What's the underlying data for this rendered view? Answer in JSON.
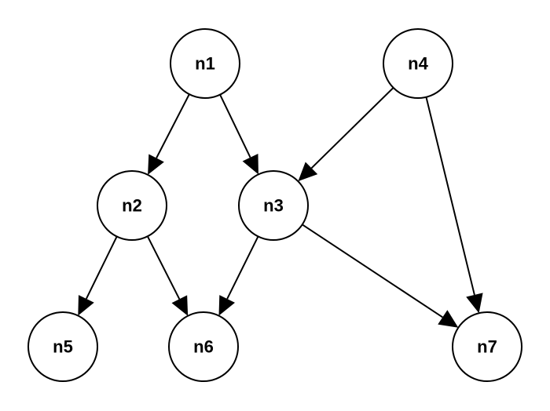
{
  "diagram": {
    "type": "directed-graph",
    "nodes": [
      {
        "id": "n1",
        "label": "n1"
      },
      {
        "id": "n2",
        "label": "n2"
      },
      {
        "id": "n3",
        "label": "n3"
      },
      {
        "id": "n4",
        "label": "n4"
      },
      {
        "id": "n5",
        "label": "n5"
      },
      {
        "id": "n6",
        "label": "n6"
      },
      {
        "id": "n7",
        "label": "n7"
      }
    ],
    "edges": [
      {
        "from": "n1",
        "to": "n2"
      },
      {
        "from": "n1",
        "to": "n3"
      },
      {
        "from": "n4",
        "to": "n3"
      },
      {
        "from": "n4",
        "to": "n7"
      },
      {
        "from": "n2",
        "to": "n5"
      },
      {
        "from": "n2",
        "to": "n6"
      },
      {
        "from": "n3",
        "to": "n6"
      },
      {
        "from": "n3",
        "to": "n7"
      }
    ],
    "colors": {
      "node_fill": "#ffffff",
      "stroke": "#000000",
      "background": "#ffffff"
    }
  }
}
